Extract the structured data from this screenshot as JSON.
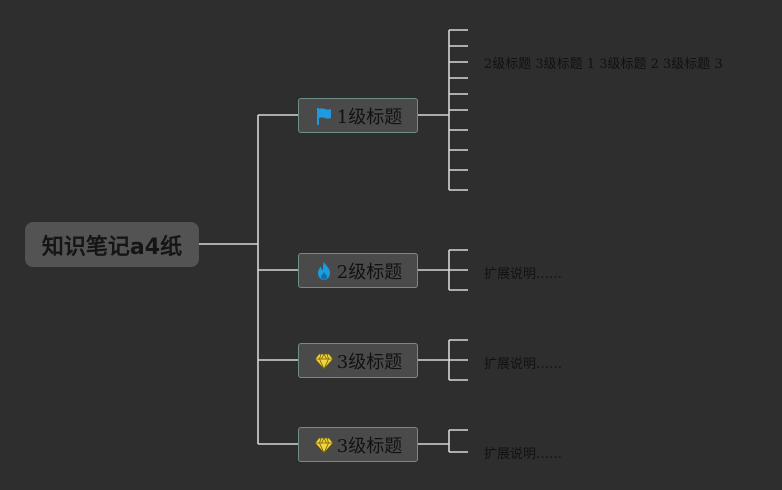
{
  "root": {
    "title": "知识笔记a4纸"
  },
  "topics": [
    {
      "label": "1级标题",
      "icon": "flag-icon",
      "icon_color": "#1e9be0"
    },
    {
      "label": "2级标题",
      "icon": "fire-icon",
      "icon_color": "#1e9be0"
    },
    {
      "label": "3级标题",
      "icon": "diamond-icon",
      "icon_color": "#f2d43c"
    },
    {
      "label": "3级标题",
      "icon": "diamond-icon",
      "icon_color": "#f2d43c"
    }
  ],
  "notes": {
    "n1": "2级标题 3级标题 1 3级标题 2 3级标题 3",
    "n2": "扩展说明……",
    "n3": "扩展说明……",
    "n4": "扩展说明……"
  },
  "colors": {
    "background": "#2e2e2e",
    "connector": "#cfcfcf",
    "topic_border": "#6f8e86"
  }
}
